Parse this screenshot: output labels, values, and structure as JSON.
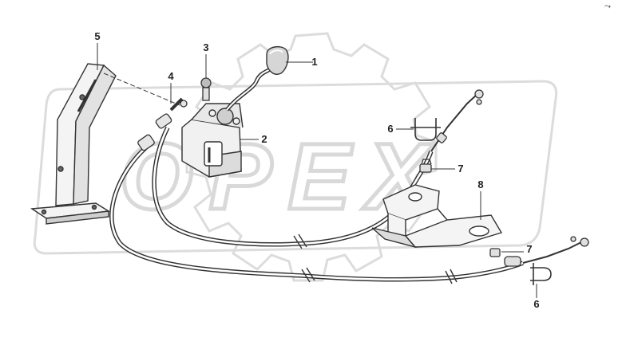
{
  "watermark": {
    "text": "OPEX",
    "color": "#d9d9d9"
  },
  "colors": {
    "line": "#333333",
    "part_fill": "#f4f4f4",
    "part_shade": "#bdbdbd",
    "dark": "#555555"
  },
  "callouts": [
    {
      "id": "1",
      "label": "1",
      "part": "shift-lever-knob"
    },
    {
      "id": "2",
      "label": "2",
      "part": "shifter-base-assembly"
    },
    {
      "id": "3",
      "label": "3",
      "part": "ball-joint-connector"
    },
    {
      "id": "4",
      "label": "4",
      "part": "cable-end-fitting"
    },
    {
      "id": "5",
      "label": "5",
      "part": "mounting-stand-bracket"
    },
    {
      "id": "6a",
      "label": "6",
      "part": "u-clamp-upper"
    },
    {
      "id": "7a",
      "label": "7",
      "part": "cable-clip-upper"
    },
    {
      "id": "8",
      "label": "8",
      "part": "transmission-bracket"
    },
    {
      "id": "7b",
      "label": "7",
      "part": "cable-clip-lower"
    },
    {
      "id": "6b",
      "label": "6",
      "part": "u-clamp-lower"
    }
  ],
  "corner_mark": "⤳"
}
